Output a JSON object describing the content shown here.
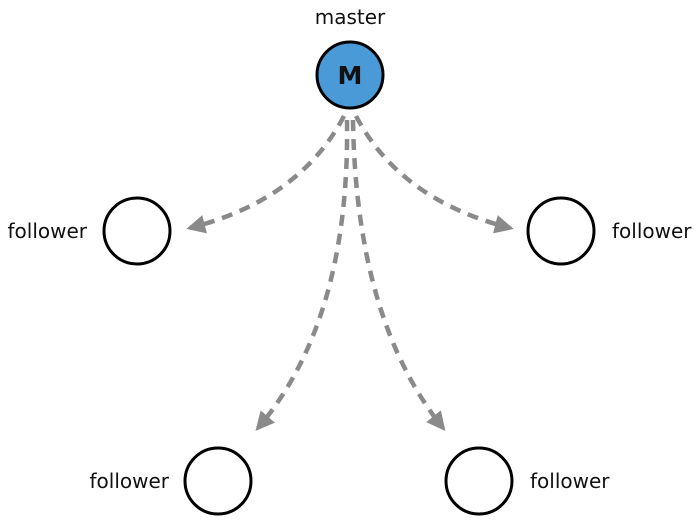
{
  "colors": {
    "master_fill": "#4a9ad8",
    "follower_fill": "#ffffff",
    "node_stroke": "#000000",
    "edge": "#8a8a8a"
  },
  "master": {
    "label": "master",
    "letter": "M"
  },
  "followers": [
    {
      "label": "follower"
    },
    {
      "label": "follower"
    },
    {
      "label": "follower"
    },
    {
      "label": "follower"
    }
  ],
  "edges": [
    {
      "from": "master",
      "to": "follower-left",
      "style": "dashed",
      "arrow": "end"
    },
    {
      "from": "master",
      "to": "follower-right",
      "style": "dashed",
      "arrow": "end"
    },
    {
      "from": "master",
      "to": "follower-bottom-left",
      "style": "dashed",
      "arrow": "end"
    },
    {
      "from": "master",
      "to": "follower-bottom-right",
      "style": "dashed",
      "arrow": "end"
    }
  ]
}
